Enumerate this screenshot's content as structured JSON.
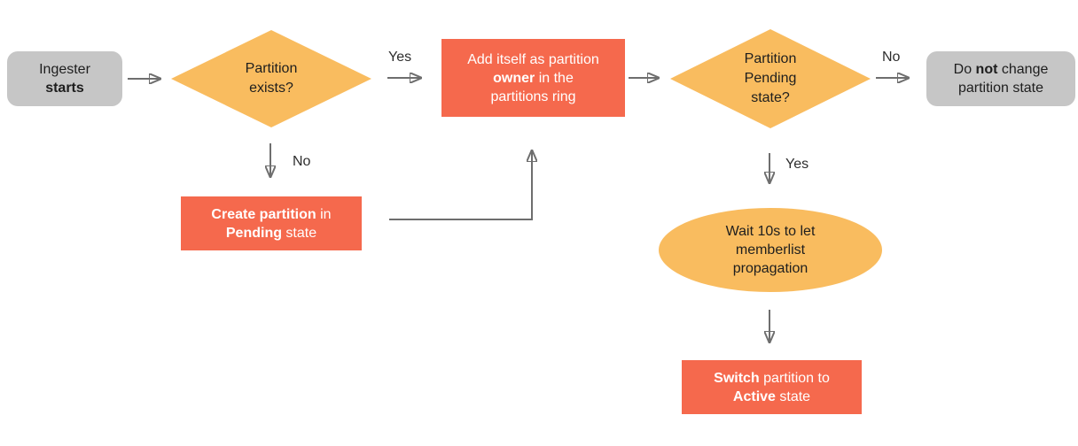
{
  "diagram": {
    "type": "flowchart",
    "background": "#ffffff",
    "colors": {
      "process_box": "#f5694d",
      "decision_shape": "#f9bc5f",
      "terminal_box": "#c6c6c6",
      "arrow_line": "#6e6e6e",
      "arrow_head": "#3f3f3f",
      "text_dark": "#1e1e1e",
      "text_light": "#ffffff"
    },
    "nodes": {
      "ingester_starts": {
        "shape": "rounded-rect",
        "lines": [
          [
            {
              "t": "Ingester"
            }
          ],
          [
            {
              "t": "starts",
              "b": true
            }
          ]
        ]
      },
      "partition_exists": {
        "shape": "diamond",
        "lines": [
          [
            {
              "t": "Partition"
            }
          ],
          [
            {
              "t": "exists?"
            }
          ]
        ]
      },
      "add_partition_owner": {
        "shape": "rect",
        "lines": [
          [
            {
              "t": "Add itself as partition"
            }
          ],
          [
            {
              "t": "owner",
              "b": true
            },
            {
              "t": " in the"
            }
          ],
          [
            {
              "t": "partitions ring"
            }
          ]
        ]
      },
      "partition_pending": {
        "shape": "diamond",
        "lines": [
          [
            {
              "t": "Partition"
            }
          ],
          [
            {
              "t": "Pending"
            }
          ],
          [
            {
              "t": "state?"
            }
          ]
        ]
      },
      "do_not_change": {
        "shape": "rounded-rect",
        "lines": [
          [
            {
              "t": "Do "
            },
            {
              "t": "not",
              "b": true
            },
            {
              "t": " change"
            }
          ],
          [
            {
              "t": "partition state"
            }
          ]
        ]
      },
      "create_partition": {
        "shape": "rect",
        "lines": [
          [
            {
              "t": "Create partition",
              "b": true
            },
            {
              "t": " in"
            }
          ],
          [
            {
              "t": "Pending",
              "b": true
            },
            {
              "t": " state"
            }
          ]
        ]
      },
      "wait_memberlist": {
        "shape": "ellipse",
        "lines": [
          [
            {
              "t": "Wait 10s to let"
            }
          ],
          [
            {
              "t": "memberlist"
            }
          ],
          [
            {
              "t": "propagation"
            }
          ]
        ]
      },
      "switch_active": {
        "shape": "rect",
        "lines": [
          [
            {
              "t": "Switch",
              "b": true
            },
            {
              "t": " partition to"
            }
          ],
          [
            {
              "t": "Active",
              "b": true
            },
            {
              "t": " state"
            }
          ]
        ]
      }
    },
    "edges": [
      {
        "from": "ingester_starts",
        "to": "partition_exists",
        "label": ""
      },
      {
        "from": "partition_exists",
        "to": "add_partition_owner",
        "label": "Yes"
      },
      {
        "from": "partition_exists",
        "to": "create_partition",
        "label": "No"
      },
      {
        "from": "create_partition",
        "to": "add_partition_owner",
        "label": ""
      },
      {
        "from": "add_partition_owner",
        "to": "partition_pending",
        "label": ""
      },
      {
        "from": "partition_pending",
        "to": "do_not_change",
        "label": "No"
      },
      {
        "from": "partition_pending",
        "to": "wait_memberlist",
        "label": "Yes"
      },
      {
        "from": "wait_memberlist",
        "to": "switch_active",
        "label": ""
      }
    ]
  }
}
